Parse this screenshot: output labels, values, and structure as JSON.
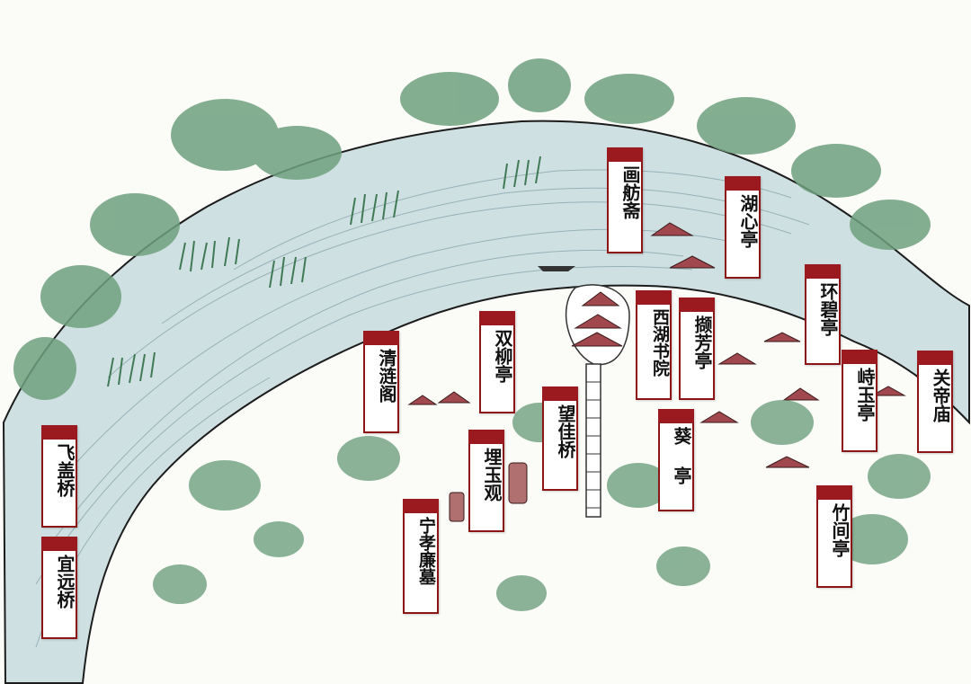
{
  "map": {
    "labels": [
      {
        "id": "huafangzhai",
        "text": "画舫斋"
      },
      {
        "id": "huxinting",
        "text": "湖心亭"
      },
      {
        "id": "xihushuyuan",
        "text": "西湖书院"
      },
      {
        "id": "xiefangting",
        "text": "撷芳亭"
      },
      {
        "id": "shuangliuting",
        "text": "双柳亭"
      },
      {
        "id": "qinglian",
        "text": "清涟阁"
      },
      {
        "id": "huanbiting",
        "text": "环碧亭"
      },
      {
        "id": "zhiyuting",
        "text": "峙玉亭"
      },
      {
        "id": "guandimiao",
        "text": "关帝庙"
      },
      {
        "id": "wangjiaqiao",
        "text": "望佳桥"
      },
      {
        "id": "maiyuguan",
        "text": "埋玉观"
      },
      {
        "id": "kuiting",
        "text": "葵 亭"
      },
      {
        "id": "feigaiqiao",
        "text": "飞盖桥"
      },
      {
        "id": "yiyuanqiao",
        "text": "宜远桥"
      },
      {
        "id": "ningxiaolianmu",
        "text": "宁孝廉墓"
      },
      {
        "id": "zhujianting",
        "text": "竹间亭"
      }
    ]
  },
  "colors": {
    "water": "#cfe0e2",
    "label_cap": "#9b1a1f",
    "label_border": "#8c1616",
    "foliage": "#6fa07e",
    "roof": "#a0484e"
  }
}
